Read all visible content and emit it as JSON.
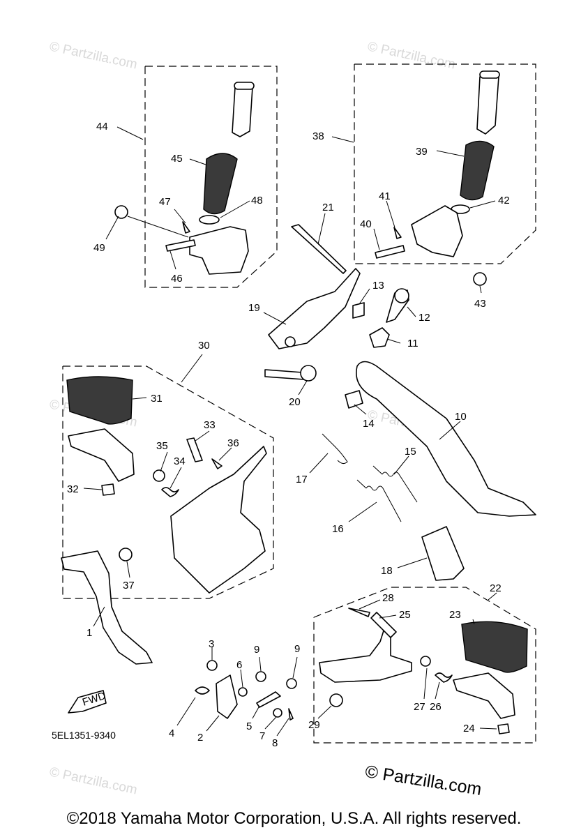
{
  "diagram_code": "5EL1351-9340",
  "copyright": "©2018 Yamaha Motor Corporation, U.S.A. All rights reserved.",
  "partzilla_mark": "© Partzilla.com",
  "watermark_text": "© Partzilla.com",
  "fwd_label": "FWD",
  "callouts": [
    {
      "num": "1"
    },
    {
      "num": "2"
    },
    {
      "num": "3"
    },
    {
      "num": "4"
    },
    {
      "num": "5"
    },
    {
      "num": "6"
    },
    {
      "num": "7"
    },
    {
      "num": "8"
    },
    {
      "num": "9"
    },
    {
      "num": "9"
    },
    {
      "num": "10"
    },
    {
      "num": "11"
    },
    {
      "num": "12"
    },
    {
      "num": "13"
    },
    {
      "num": "14"
    },
    {
      "num": "15"
    },
    {
      "num": "16"
    },
    {
      "num": "17"
    },
    {
      "num": "18"
    },
    {
      "num": "19"
    },
    {
      "num": "20"
    },
    {
      "num": "21"
    },
    {
      "num": "22"
    },
    {
      "num": "23"
    },
    {
      "num": "24"
    },
    {
      "num": "25"
    },
    {
      "num": "26"
    },
    {
      "num": "27"
    },
    {
      "num": "28"
    },
    {
      "num": "29"
    },
    {
      "num": "30"
    },
    {
      "num": "31"
    },
    {
      "num": "32"
    },
    {
      "num": "33"
    },
    {
      "num": "34"
    },
    {
      "num": "35"
    },
    {
      "num": "36"
    },
    {
      "num": "37"
    },
    {
      "num": "38"
    },
    {
      "num": "39"
    },
    {
      "num": "40"
    },
    {
      "num": "41"
    },
    {
      "num": "42"
    },
    {
      "num": "43"
    },
    {
      "num": "44"
    },
    {
      "num": "45"
    },
    {
      "num": "46"
    },
    {
      "num": "47"
    },
    {
      "num": "48"
    },
    {
      "num": "49"
    }
  ]
}
